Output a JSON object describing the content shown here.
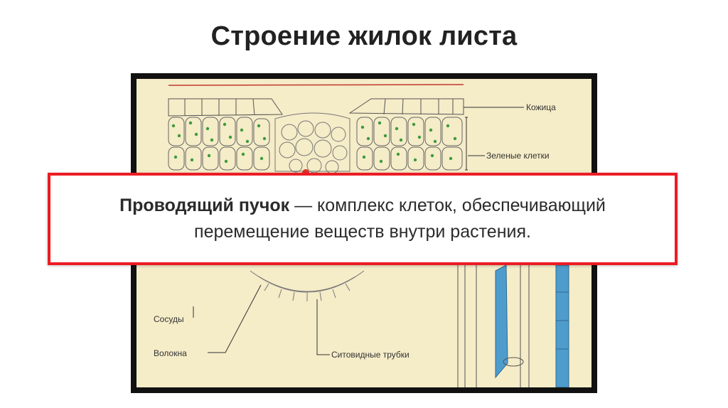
{
  "slide": {
    "title": "Строение жилок листа"
  },
  "diagram": {
    "labels": {
      "epidermis": "Кожица",
      "green_cells": "Зеленые клетки",
      "vessels": "Сосуды",
      "fibers": "Волокна",
      "sieve_tubes": "Ситовидные трубки"
    },
    "colors": {
      "background": "#f5ecc8",
      "chloroplast": "#3d9a3d",
      "vessel_fill": "#4e9ccc",
      "frame": "#111111"
    }
  },
  "callout": {
    "term": "Проводящий пучок",
    "definition_line1": " — комплекс клеток, обеспечивающий",
    "definition_line2": "перемещение веществ внутри растения.",
    "border_color": "#ec1c24"
  }
}
